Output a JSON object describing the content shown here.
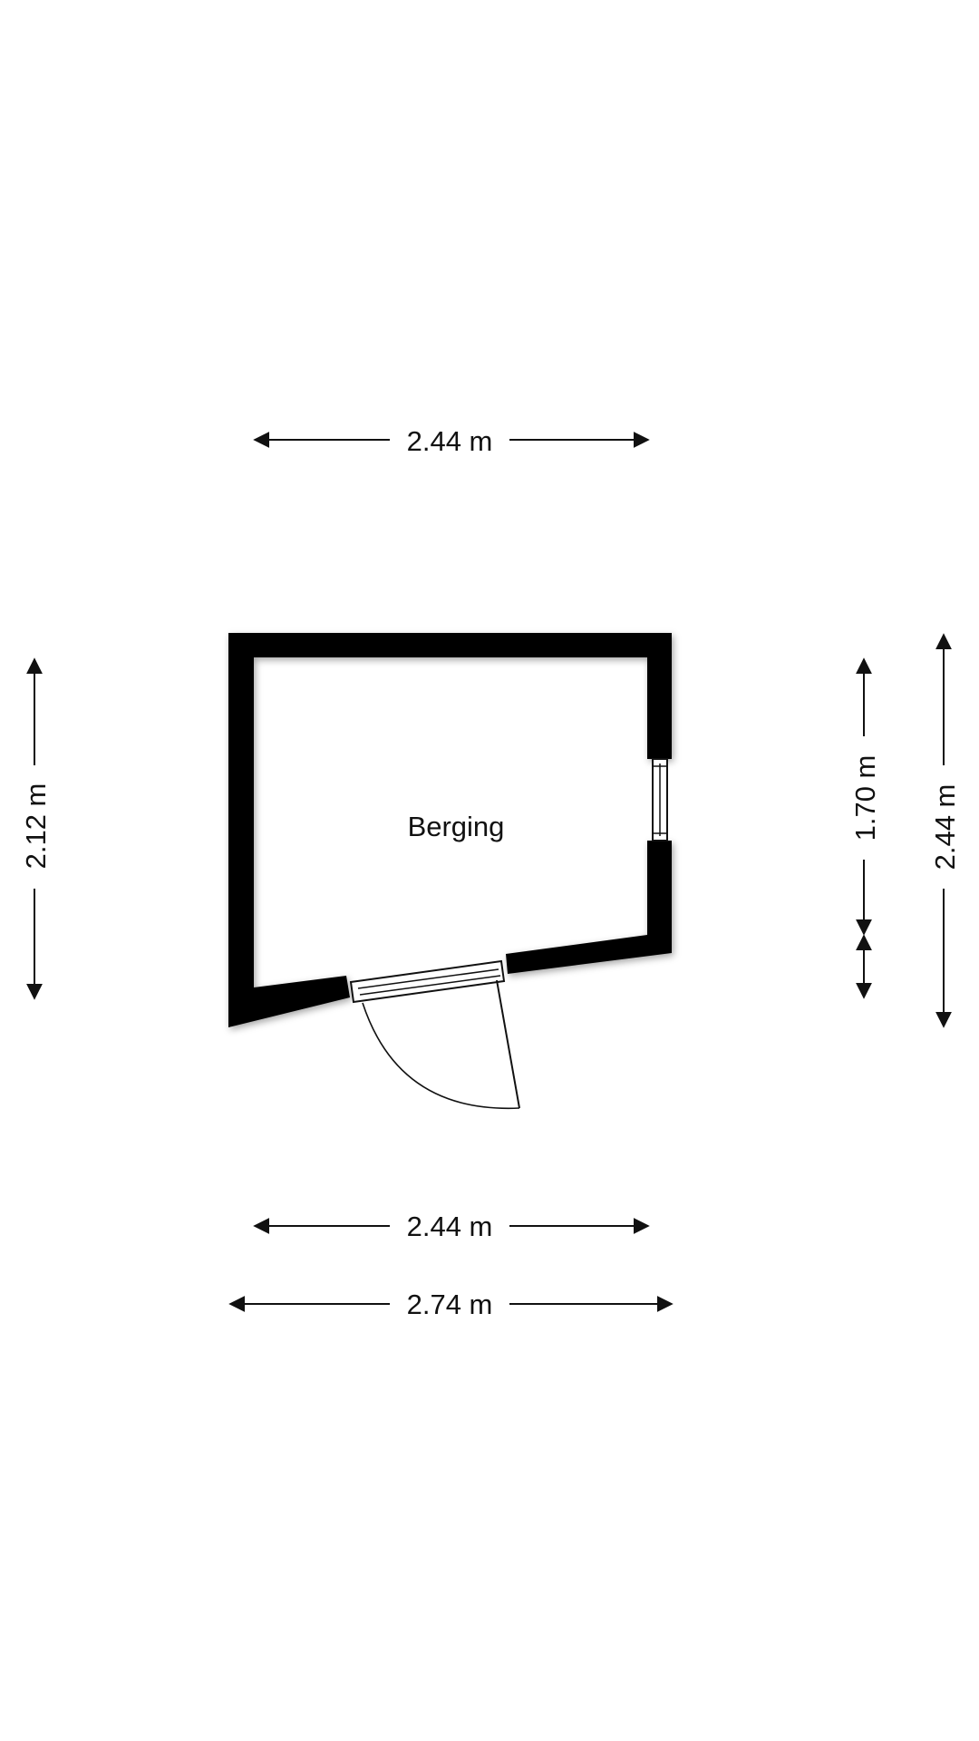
{
  "room": {
    "name": "Berging"
  },
  "dimensions": {
    "top_width": "2.44 m",
    "bottom_inner_width": "2.44 m",
    "bottom_outer_width": "2.74 m",
    "left_height": "2.12 m",
    "right_inner_height": "1.70 m",
    "right_outer_height": "2.44 m"
  },
  "colors": {
    "wall": "#000000",
    "line": "#111111",
    "background": "#ffffff"
  }
}
